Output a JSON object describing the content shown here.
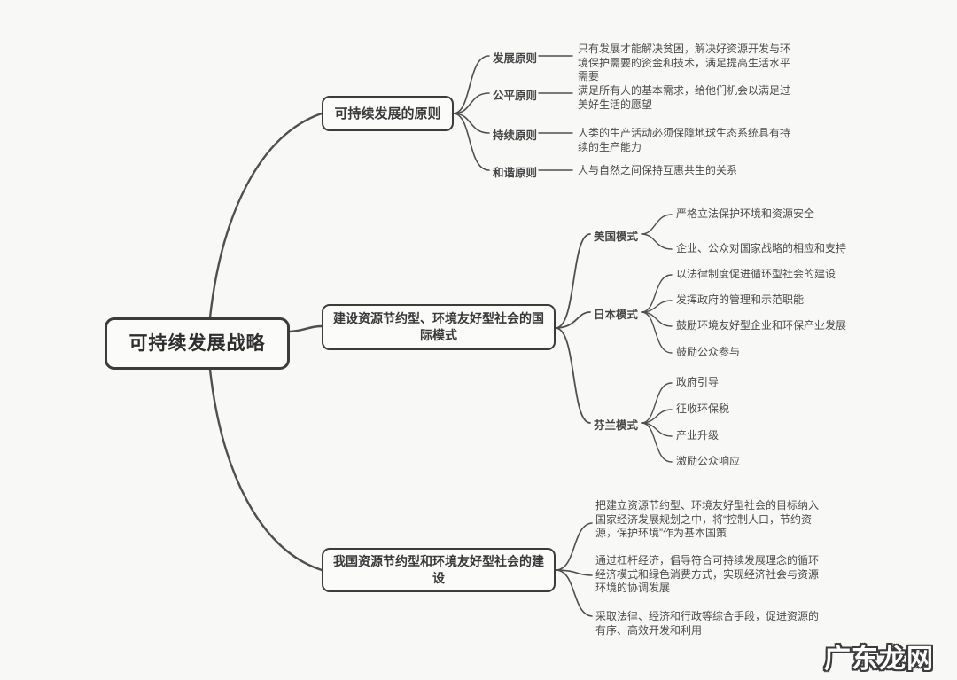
{
  "root": {
    "label": "可持续发展战略"
  },
  "branches": [
    {
      "label": "可持续发展的原则",
      "children": [
        {
          "label": "发展原则",
          "text": "只有发展才能解决贫困，解决好资源开发与环境保护需要的资金和技术，满足提高生活水平需要"
        },
        {
          "label": "公平原则",
          "text": "满足所有人的基本需求，给他们机会以满足过美好生活的愿望"
        },
        {
          "label": "持续原则",
          "text": "人类的生产活动必须保障地球生态系统具有持续的生产能力"
        },
        {
          "label": "和谐原则",
          "text": "人与自然之间保持互惠共生的关系"
        }
      ]
    },
    {
      "label": "建设资源节约型、环境友好型社会的国际模式",
      "children": [
        {
          "label": "美国模式",
          "leaves": [
            "严格立法保护环境和资源安全",
            "企业、公众对国家战略的相应和支持"
          ]
        },
        {
          "label": "日本模式",
          "leaves": [
            "以法律制度促进循环型社会的建设",
            "发挥政府的管理和示范职能",
            "鼓励环境友好型企业和环保产业发展",
            "鼓励公众参与"
          ]
        },
        {
          "label": "芬兰模式",
          "leaves": [
            "政府引导",
            "征收环保税",
            "产业升级",
            "激励公众响应"
          ]
        }
      ]
    },
    {
      "label": "我国资源节约型和环境友好型社会的建设",
      "leaves": [
        "把建立资源节约型、环境友好型社会的目标纳入国家经济发展规划之中，将“控制人口，节约资源，保护环境”作为基本国策",
        "通过杠杆经济，倡导符合可持续发展理念的循环经济模式和绿色消费方式，实现经济社会与资源环境的协调发展",
        "采取法律、经济和行政等综合手段，促进资源的有序、高效开发和利用"
      ]
    }
  ],
  "watermark": "广东龙网",
  "colors": {
    "line": "#4f4f4f",
    "border": "#3c3c3c",
    "text": "#4c4c4c",
    "background": "#f8f8f7"
  }
}
